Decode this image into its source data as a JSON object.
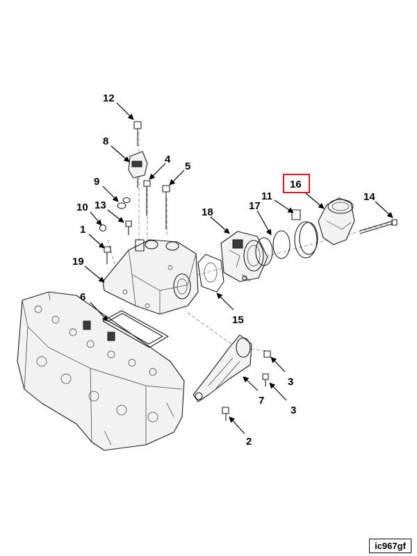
{
  "callouts": {
    "c12": "12",
    "c8": "8",
    "c4": "4",
    "c5": "5",
    "c9": "9",
    "c16": "16",
    "c11": "11",
    "c14": "14",
    "c10": "10",
    "c13": "13",
    "c17": "17",
    "c18": "18",
    "c1": "1",
    "c19": "19",
    "c6": "6",
    "c15": "15",
    "c3a": "3",
    "c7": "7",
    "c3b": "3",
    "c2": "2"
  },
  "highlight": {
    "callout": "16",
    "color": "#e0141e"
  },
  "reference_code": "ic967gf"
}
